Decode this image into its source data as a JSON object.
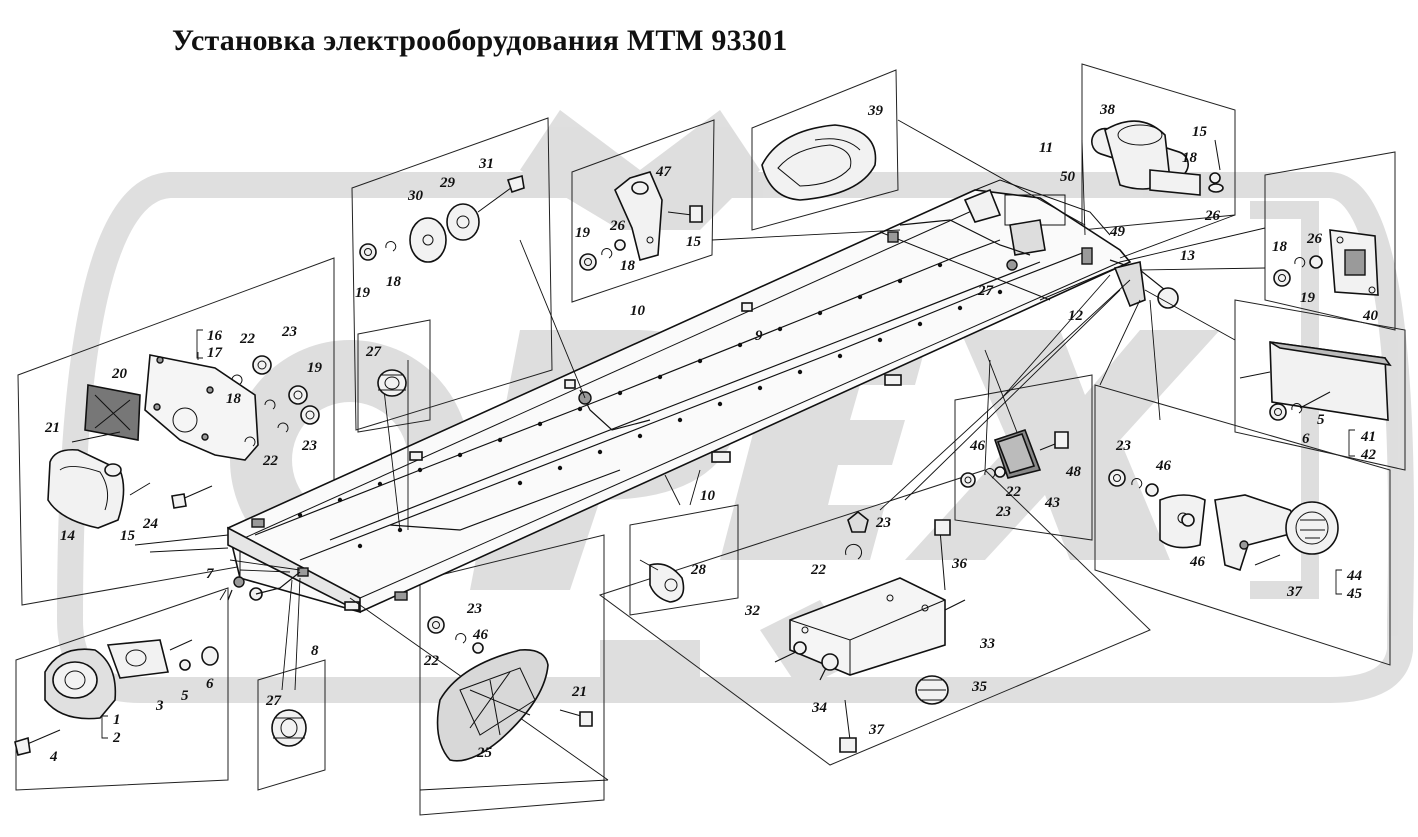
{
  "title": "Установка электрооборудования МТМ 93301",
  "watermark": {
    "text": "OPEX",
    "color": "#d9d9d9"
  },
  "colors": {
    "ink": "#111111",
    "paper": "#ffffff",
    "watermark": "#d9d9d9"
  },
  "callouts": [
    "1",
    "2",
    "3",
    "4",
    "5",
    "5",
    "6",
    "6",
    "7",
    "8",
    "9",
    "10",
    "10",
    "11",
    "12",
    "13",
    "14",
    "15",
    "15",
    "15",
    "16",
    "17",
    "18",
    "18",
    "18",
    "18",
    "18",
    "19",
    "19",
    "19",
    "19",
    "20",
    "21",
    "21",
    "22",
    "22",
    "22",
    "22",
    "22",
    "23",
    "23",
    "23",
    "23",
    "23",
    "23",
    "24",
    "25",
    "26",
    "26",
    "26",
    "27",
    "27",
    "27",
    "28",
    "29",
    "30",
    "31",
    "32",
    "33",
    "34",
    "35",
    "36",
    "37",
    "37",
    "38",
    "39",
    "40",
    "41",
    "42",
    "43",
    "44",
    "45",
    "46",
    "46",
    "46",
    "46",
    "47",
    "48",
    "49",
    "50"
  ]
}
